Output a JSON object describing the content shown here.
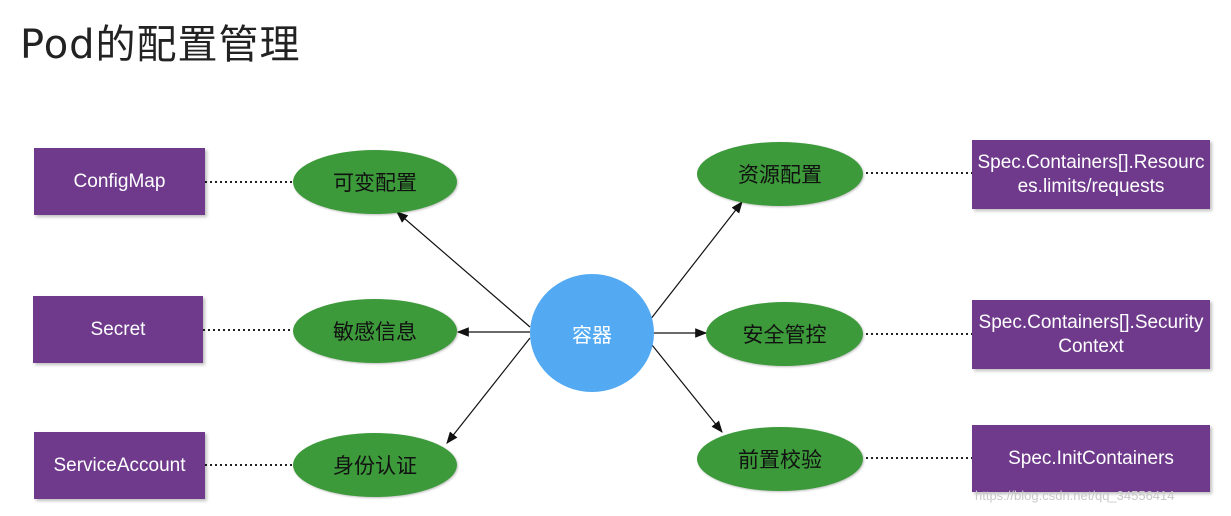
{
  "title": "Pod的配置管理",
  "center": "容器",
  "left": [
    {
      "category": "可变配置",
      "resource": "ConfigMap"
    },
    {
      "category": "敏感信息",
      "resource": "Secret"
    },
    {
      "category": "身份认证",
      "resource": "ServiceAccount"
    }
  ],
  "right": [
    {
      "category": "资源配置",
      "resource": "Spec.Containers[].Resources.limits/requests"
    },
    {
      "category": "安全管控",
      "resource": "Spec.Containers[].SecurityContext"
    },
    {
      "category": "前置校验",
      "resource": "Spec.InitContainers"
    }
  ],
  "watermark": "https://blog.csdn.net/qq_34556414",
  "colors": {
    "resource_box": "#6f3a8c",
    "category_ellipse": "#3c9a3a",
    "center_circle": "#53a9f2"
  }
}
